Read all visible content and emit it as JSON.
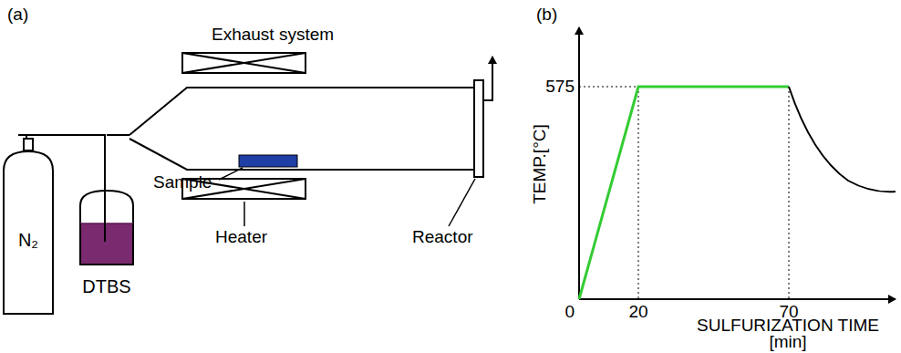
{
  "diagram": {
    "nodes": [
      {
        "text": [
          "N₂"
        ]
      },
      {
        "text": [
          "DTBS"
        ]
      }
    ],
    "edges": [
      {
        "from": 0,
        "to": 1,
        "arrow": "none"
      }
    ],
    "labels": [
      "(a)",
      "(b)",
      "Exhaust system",
      "Sample",
      "Heater",
      "Reactor",
      "575",
      "TEMP.[°C]",
      "0",
      "20",
      "70",
      "SULFURIZATION TIME [min]"
    ]
  }
}
